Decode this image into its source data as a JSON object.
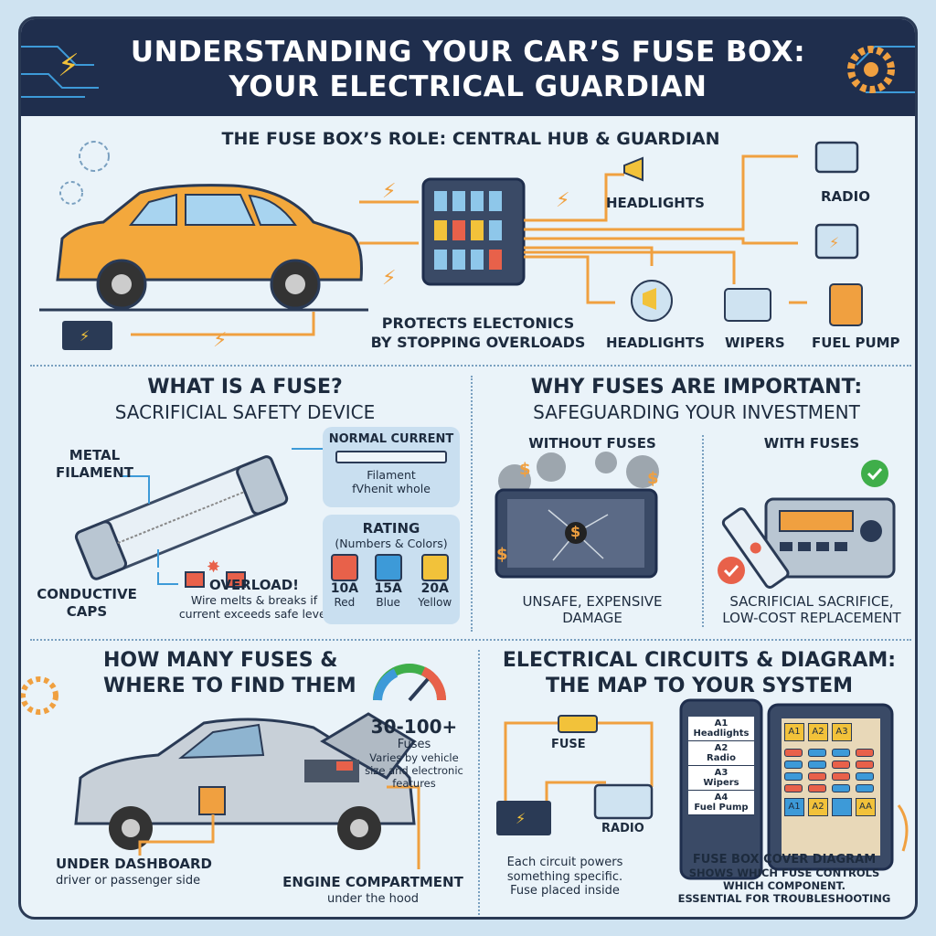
{
  "title": {
    "line1": "UNDERSTANDING YOUR CAR’S FUSE BOX:",
    "line2": "YOUR ELECTRICAL GUARDIAN"
  },
  "role": {
    "heading": "THE FUSE BOX’S ROLE: CENTRAL HUB & GUARDIAN",
    "caption_line1": "PROTECTS ELECTONICS",
    "caption_line2": "BY STOPPING OVERLOADS",
    "components": [
      "HEADLIGHTS",
      "RADIO",
      "HEADLIGHTS",
      "WIPERS",
      "FUEL PUMP"
    ]
  },
  "fuse": {
    "heading": "WHAT IS A FUSE?",
    "subheading": "SACRIFICIAL SAFETY DEVICE",
    "metal_filament": [
      "METAL",
      "FILAMENT"
    ],
    "conductive_caps": [
      "CONDUCTIVE",
      "CAPS"
    ],
    "overload": "OVERLOAD!",
    "overload_desc": [
      "Wire melts & breaks if",
      "current exceeds safe level"
    ],
    "normal_current": "NORMAL CURRENT",
    "normal_desc": [
      "Filament",
      "fVhenit whole"
    ],
    "rating": "RATING",
    "rating_sub": "(Numbers & Colors)",
    "ratings": [
      {
        "amp": "10A",
        "color": "Red",
        "hex": "#e8614a"
      },
      {
        "amp": "15A",
        "color": "Blue",
        "hex": "#3d9ad8"
      },
      {
        "amp": "20A",
        "color": "Yellow",
        "hex": "#f2c23a"
      }
    ]
  },
  "importance": {
    "heading": "WHY FUSES ARE IMPORTANT:",
    "subheading": "SAFEGUARDING YOUR INVESTMENT",
    "without": "WITHOUT FUSES",
    "without_desc": [
      "UNSAFE, EXPENSIVE",
      "DAMAGE"
    ],
    "with": "WITH FUSES",
    "with_desc": [
      "SACRIFICIAL SACRIFICE,",
      "LOW-COST REPLACEMENT"
    ],
    "dollar": "$"
  },
  "location": {
    "heading": [
      "HOW MANY FUSES &",
      "WHERE TO FIND THEM"
    ],
    "count": "30-100+",
    "count_unit": "Fuses",
    "count_desc": [
      "Varies by vehicle",
      "size and electronic",
      "features"
    ],
    "dashboard": "UNDER DASHBOARD",
    "dashboard_desc": "driver or passenger side",
    "engine": "ENGINE COMPARTMENT",
    "engine_desc": "under the hood"
  },
  "circuits": {
    "heading": [
      "ELECTRICAL CIRCUITS & DIAGRAM:",
      "THE MAP TO YOUR SYSTEM"
    ],
    "fuse": "FUSE",
    "radio": "RADIO",
    "desc": [
      "Each circuit powers",
      "something specific.",
      "Fuse placed inside"
    ],
    "legend": [
      [
        "A1",
        "Headlights"
      ],
      [
        "A2",
        "Radio"
      ],
      [
        "A3",
        "Wipers"
      ],
      [
        "A4",
        "Fuel Pump"
      ]
    ],
    "slots_top": [
      "A1",
      "A2",
      "A3"
    ],
    "slots_bottom": [
      "A1",
      "A2",
      "",
      "AA"
    ],
    "cover_title": "FUSE BOX COVER DIAGRAM",
    "cover_desc": [
      "SHOWS WHICH FUSE CONTROLS",
      "WHICH COMPONENT.",
      "ESSENTIAL FOR TROUBLESHOOTING"
    ]
  },
  "colors": {
    "navy": "#1f2e4d",
    "orange": "#f0a040",
    "accent_blue": "#3d9ad8",
    "green": "#3fae4a",
    "red": "#e8614a"
  }
}
